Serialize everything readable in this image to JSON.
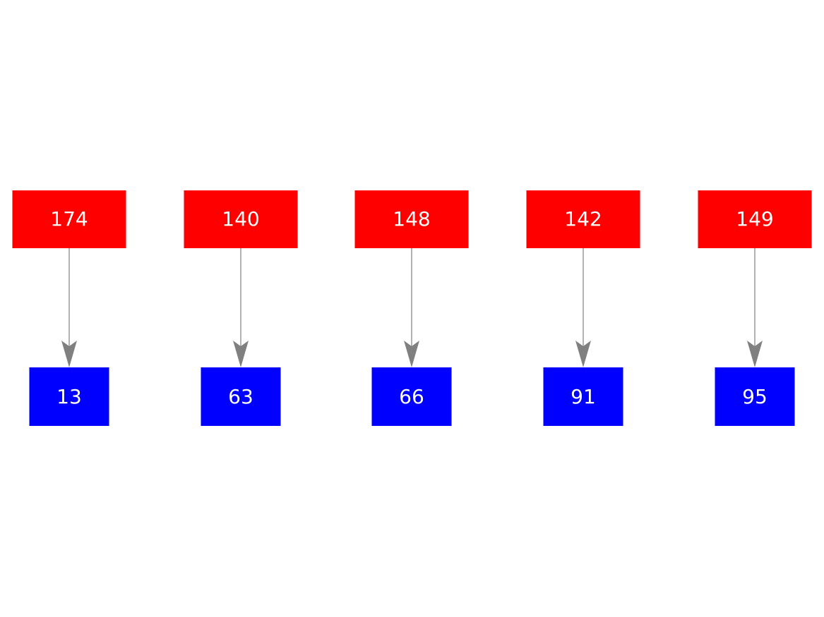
{
  "diagram": {
    "background_color": "#ffffff",
    "node_colors": {
      "source": "#ff0000",
      "target": "#0000ff"
    },
    "edge": {
      "line_color": "#b2b2b2",
      "head_color": "#808080",
      "direction": "down"
    },
    "label_color": "#ffffff",
    "pairs": [
      {
        "source": "174",
        "target": "13"
      },
      {
        "source": "140",
        "target": "63"
      },
      {
        "source": "148",
        "target": "66"
      },
      {
        "source": "142",
        "target": "91"
      },
      {
        "source": "149",
        "target": "95"
      }
    ]
  }
}
